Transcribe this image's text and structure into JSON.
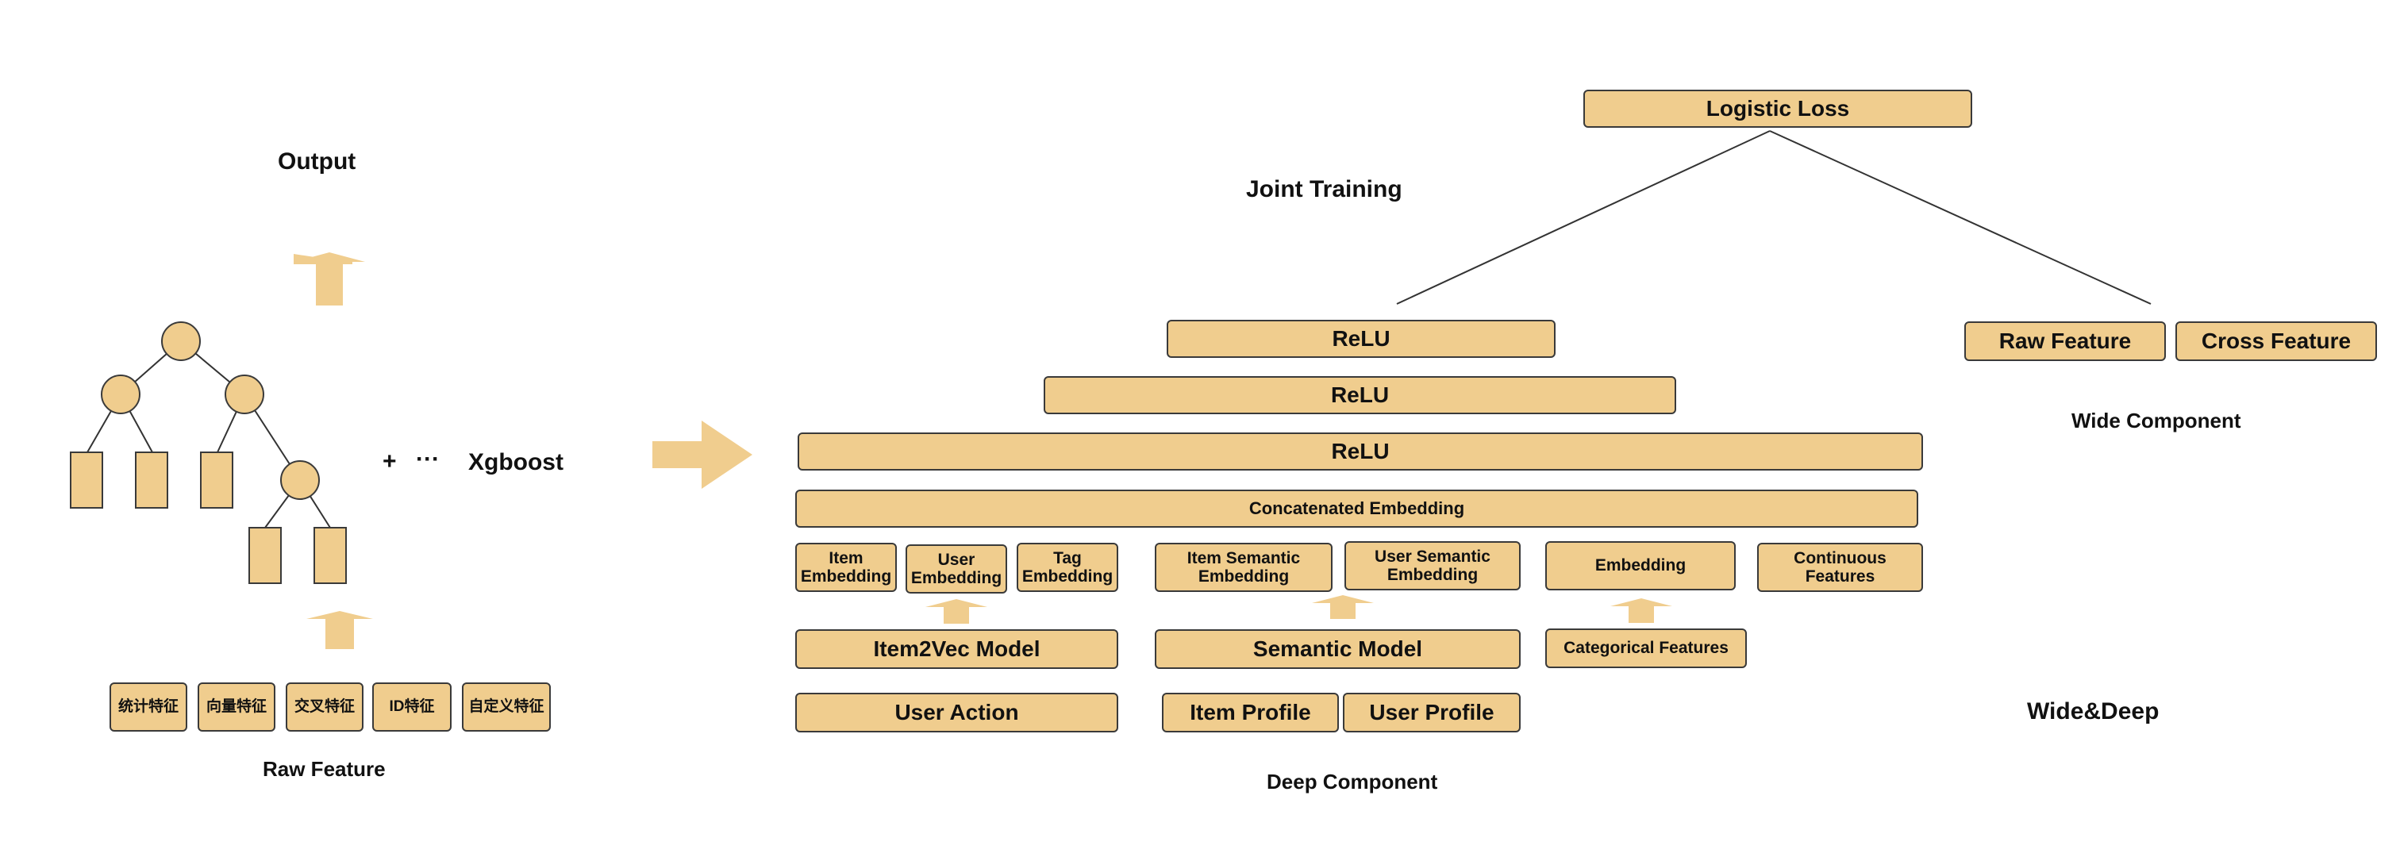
{
  "colors": {
    "box_fill": "#F0CD8E",
    "box_stroke": "#3a3a3a",
    "arrow_fill": "#F0CD8E",
    "line": "#333333"
  },
  "left": {
    "output_label": "Output",
    "model_label": "Xgboost",
    "plus_symbol": "+",
    "ellipsis": "···",
    "raw_feature_label": "Raw Feature",
    "features": [
      "统计特征",
      "向量特征",
      "交叉特征",
      "ID特征",
      "自定义特征"
    ]
  },
  "right": {
    "logistic_loss": "Logistic Loss",
    "joint_training": "Joint Training",
    "relu_layers": [
      "ReLU",
      "ReLU",
      "ReLU"
    ],
    "concat": "Concatenated Embedding",
    "embeddings": {
      "item": "Item Embedding",
      "user": "User Embedding",
      "tag": "Tag Embedding",
      "item_semantic": "Item Semantic Embedding",
      "user_semantic": "User Semantic Embedding",
      "embedding": "Embedding",
      "continuous": "Continuous Features"
    },
    "models": {
      "item2vec": "Item2Vec Model",
      "semantic": "Semantic Model",
      "categorical": "Categorical Features"
    },
    "inputs": {
      "user_action": "User Action",
      "item_profile": "Item Profile",
      "user_profile": "User Profile"
    },
    "deep_component": "Deep Component",
    "wide": {
      "raw_feature": "Raw Feature",
      "cross_feature": "Cross Feature",
      "label": "Wide Component"
    },
    "title": "Wide&Deep"
  }
}
